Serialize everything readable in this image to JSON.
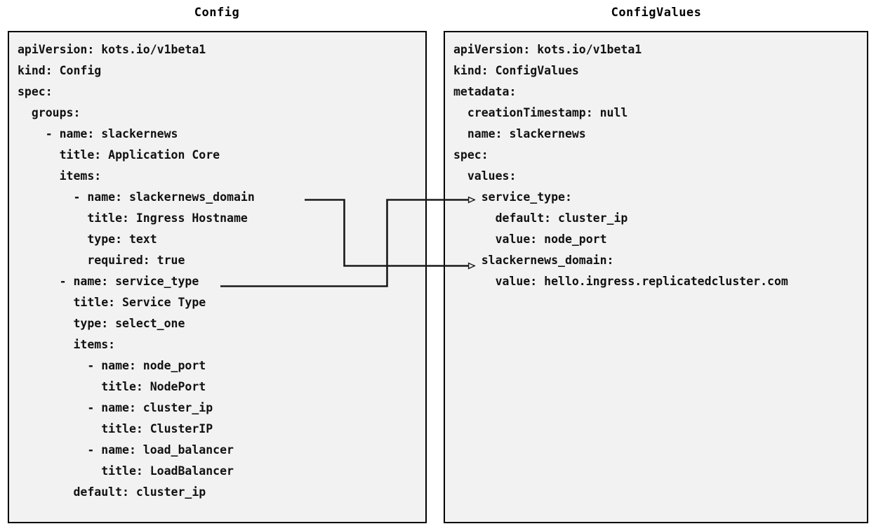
{
  "diagram": {
    "type": "two-panel-yaml-mapping",
    "background_color": "#ffffff",
    "panel_fill_color": "#f2f2f2",
    "panel_border_color": "#000000",
    "wire_color": "#1a1a1a"
  },
  "left_panel": {
    "title": "Config",
    "lines": [
      "apiVersion: kots.io/v1beta1",
      "kind: Config",
      "spec:",
      "  groups:",
      "    - name: slackernews",
      "      title: Application Core",
      "      items:",
      "        - name: slackernews_domain",
      "          title: Ingress Hostname",
      "          type: text",
      "          required: true",
      "      - name: service_type",
      "        title: Service Type",
      "        type: select_one",
      "        items:",
      "          - name: node_port",
      "            title: NodePort",
      "          - name: cluster_ip",
      "            title: ClusterIP",
      "          - name: load_balancer",
      "            title: LoadBalancer",
      "        default: cluster_ip"
    ]
  },
  "right_panel": {
    "title": "ConfigValues",
    "lines": [
      "apiVersion: kots.io/v1beta1",
      "kind: ConfigValues",
      "metadata:",
      "  creationTimestamp: null",
      "  name: slackernews",
      "spec:",
      "  values:",
      "    service_type:",
      "      default: cluster_ip",
      "      value: node_port",
      "    slackernews_domain:",
      "      value: hello.ingress.replicatedcluster.com"
    ]
  },
  "connections": [
    {
      "name": "slackernews-domain-mapping",
      "from_label": "slackernews_domain",
      "to_label": "slackernews_domain:",
      "arrowhead": "open-triangle"
    },
    {
      "name": "service-type-mapping",
      "from_label": "service_type",
      "to_label": "service_type:",
      "arrowhead": "open-triangle"
    }
  ]
}
